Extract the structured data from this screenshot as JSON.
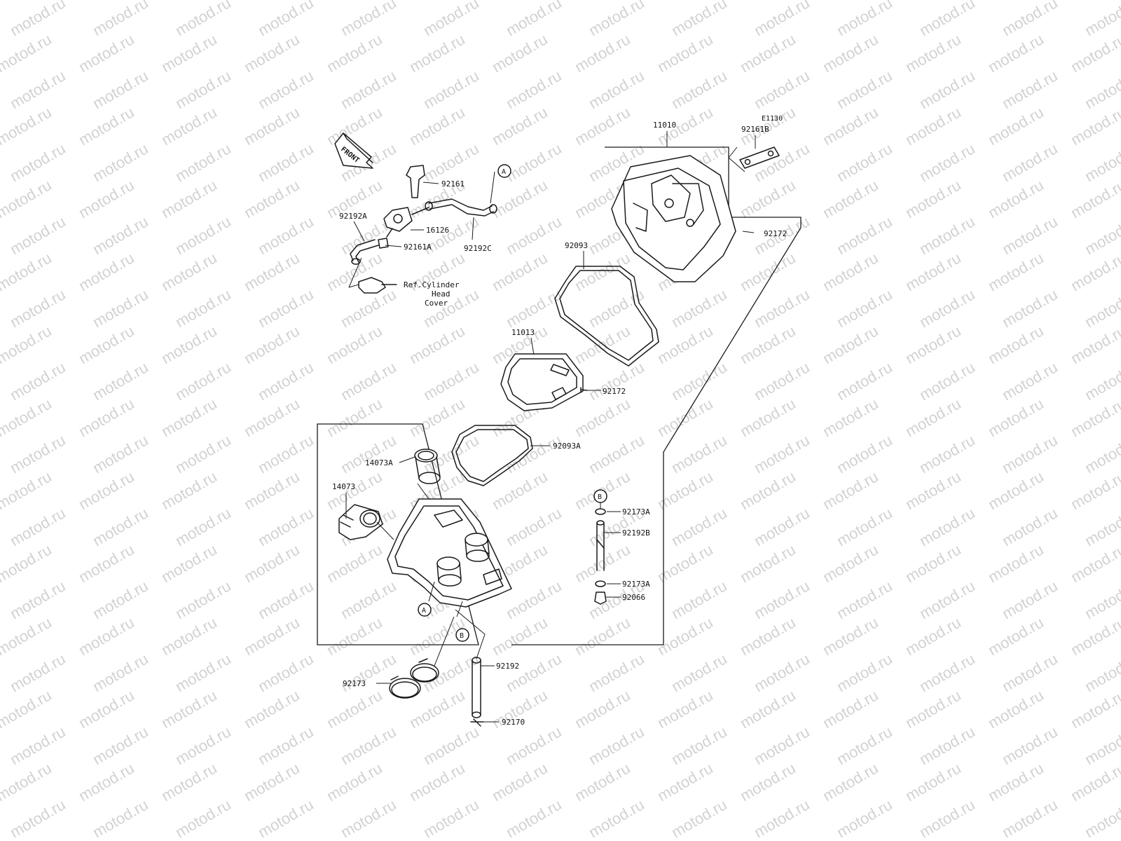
{
  "diagram_code": "E1130",
  "front_label": "FRONT",
  "watermark": "motod.ru",
  "parts": {
    "p11010": "11010",
    "p92161B": "92161B",
    "p92172_top": "92172",
    "p92093": "92093",
    "p11013": "11013",
    "p92172_mid": "92172",
    "p92093A": "92093A",
    "p14073A": "14073A",
    "p14073": "14073",
    "p92161": "92161",
    "p92192A": "92192A",
    "p16126": "16126",
    "p92161A": "92161A",
    "p92192C": "92192C",
    "p92173A_top": "92173A",
    "p92192B": "92192B",
    "p92173A_bot": "92173A",
    "p92066": "92066",
    "p92173": "92173",
    "p92192": "92192",
    "p92170": "92170"
  },
  "ref_note": {
    "line1": "Ref.Cylinder",
    "line2": "Head",
    "line3": "Cover"
  },
  "callouts": {
    "a": "A",
    "b": "B"
  }
}
